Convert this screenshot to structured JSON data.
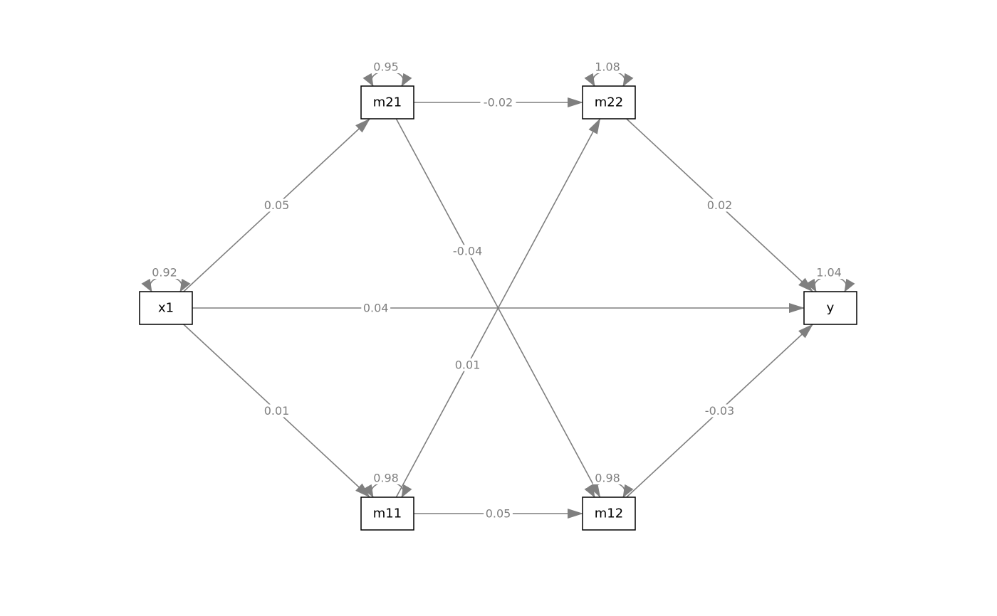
{
  "colors": {
    "edge": "#7f7f7f",
    "node_border": "#000000",
    "background": "#ffffff"
  },
  "nodes": [
    {
      "id": "x1",
      "label": "x1"
    },
    {
      "id": "m21",
      "label": "m21"
    },
    {
      "id": "m22",
      "label": "m22"
    },
    {
      "id": "m11",
      "label": "m11"
    },
    {
      "id": "m12",
      "label": "m12"
    },
    {
      "id": "y",
      "label": "y"
    }
  ],
  "paths": [
    {
      "from": "x1",
      "to": "m21",
      "label": "0.05"
    },
    {
      "from": "x1",
      "to": "m11",
      "label": "0.01"
    },
    {
      "from": "x1",
      "to": "y",
      "label": "0.04"
    },
    {
      "from": "m21",
      "to": "m22",
      "label": "-0.02"
    },
    {
      "from": "m21",
      "to": "m12",
      "label": "-0.04"
    },
    {
      "from": "m11",
      "to": "m22",
      "label": "0.01"
    },
    {
      "from": "m11",
      "to": "m12",
      "label": "0.05"
    },
    {
      "from": "m22",
      "to": "y",
      "label": "0.02"
    },
    {
      "from": "m12",
      "to": "y",
      "label": "-0.03"
    }
  ],
  "variances": [
    {
      "node": "x1",
      "label": "0.92"
    },
    {
      "node": "m21",
      "label": "0.95"
    },
    {
      "node": "m22",
      "label": "1.08"
    },
    {
      "node": "m11",
      "label": "0.98"
    },
    {
      "node": "m12",
      "label": "0.98"
    },
    {
      "node": "y",
      "label": "1.04"
    }
  ]
}
